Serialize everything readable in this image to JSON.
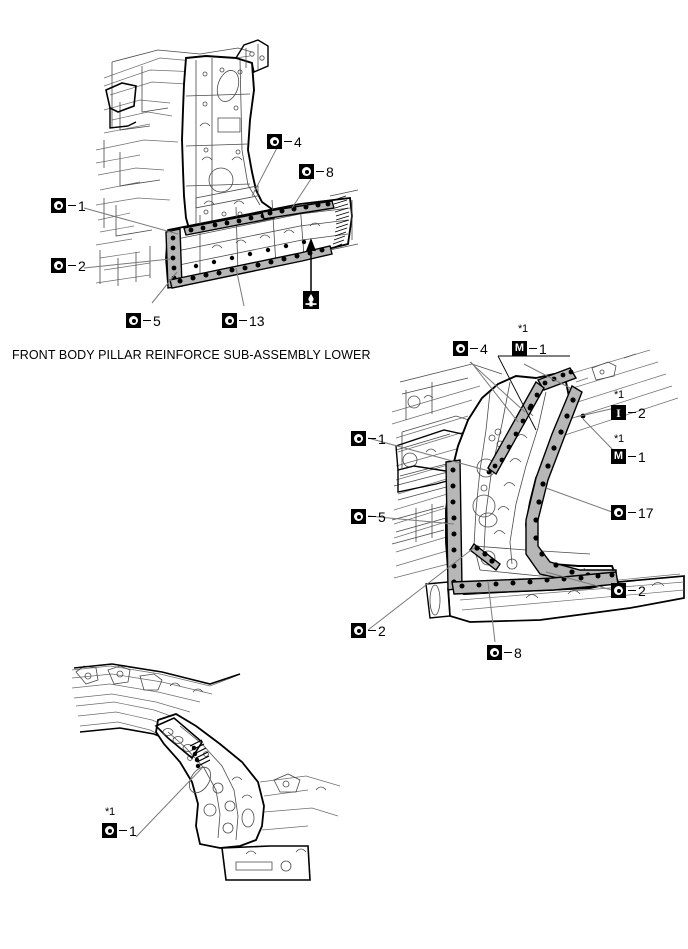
{
  "document": {
    "title": "Front Body Pillar Reinforce Sub-Assembly Lower",
    "caption": "FRONT BODY PILLAR REINFORCE SUB-ASSEMBLY LOWER"
  },
  "symbols": {
    "spot_weld": "spot-weld-icon",
    "mig_weld": "M",
    "inert_weld": "I",
    "sealer_mark": "sealer-mark-icon"
  },
  "figures": [
    {
      "id": "figure-top",
      "name": "rocker-outer-panel-view",
      "callouts": [
        {
          "id": "top-4",
          "badge": "spot",
          "value": "4",
          "note": "",
          "align": "left"
        },
        {
          "id": "top-8",
          "badge": "spot",
          "value": "8",
          "note": "",
          "align": "left"
        },
        {
          "id": "top-1",
          "badge": "spot",
          "value": "1",
          "note": "",
          "align": "left"
        },
        {
          "id": "top-2",
          "badge": "spot",
          "value": "2",
          "note": "",
          "align": "left"
        },
        {
          "id": "top-5",
          "badge": "spot",
          "value": "5",
          "note": "",
          "align": "left"
        },
        {
          "id": "top-13",
          "badge": "spot",
          "value": "13",
          "note": "",
          "align": "left"
        },
        {
          "id": "top-mark",
          "badge": "mark",
          "value": "",
          "note": "",
          "align": "left"
        }
      ]
    },
    {
      "id": "figure-middle-right",
      "name": "front-pillar-assembly-view",
      "callouts": [
        {
          "id": "mr-4",
          "badge": "spot",
          "value": "4",
          "note": "",
          "align": "left"
        },
        {
          "id": "mr-m1a",
          "badge": "letterM",
          "value": "1",
          "note": "*1",
          "align": "left"
        },
        {
          "id": "mr-i2",
          "badge": "letterI",
          "value": "2",
          "note": "*1",
          "align": "left"
        },
        {
          "id": "mr-m1b",
          "badge": "letterM",
          "value": "1",
          "note": "*1",
          "align": "left"
        },
        {
          "id": "mr-1",
          "badge": "spot",
          "value": "1",
          "note": "",
          "align": "left"
        },
        {
          "id": "mr-17",
          "badge": "spot",
          "value": "17",
          "note": "",
          "align": "left"
        },
        {
          "id": "mr-5",
          "badge": "spot",
          "value": "5",
          "note": "",
          "align": "left"
        },
        {
          "id": "mr-2a",
          "badge": "spot",
          "value": "2",
          "note": "",
          "align": "left"
        },
        {
          "id": "mr-2b",
          "badge": "spot",
          "value": "2",
          "note": "",
          "align": "left"
        },
        {
          "id": "mr-8",
          "badge": "spot",
          "value": "8",
          "note": "",
          "align": "left"
        }
      ]
    },
    {
      "id": "figure-bottom-left",
      "name": "roof-side-rail-view",
      "callouts": [
        {
          "id": "bl-1",
          "badge": "spot",
          "value": "1",
          "note": "*1",
          "align": "left"
        }
      ]
    }
  ],
  "labels": {
    "top_4": "4",
    "top_8": "8",
    "top_1": "1",
    "top_2": "2",
    "top_5": "5",
    "top_13": "13",
    "mr_4": "4",
    "mr_m1_top": "1",
    "mr_i2": "2",
    "mr_m1_bottom": "1",
    "mr_1": "1",
    "mr_17": "17",
    "mr_5": "5",
    "mr_2_right": "2",
    "mr_2_left": "2",
    "mr_8": "8",
    "bl_1": "1",
    "star1": "*1",
    "letter_m": "M",
    "letter_i": "I"
  },
  "colors": {
    "ink": "#000000",
    "paper": "#ffffff",
    "leader": "#7a7a7a",
    "weld_band": "#b7b7b7",
    "thin_line": "#4a4a4a"
  }
}
